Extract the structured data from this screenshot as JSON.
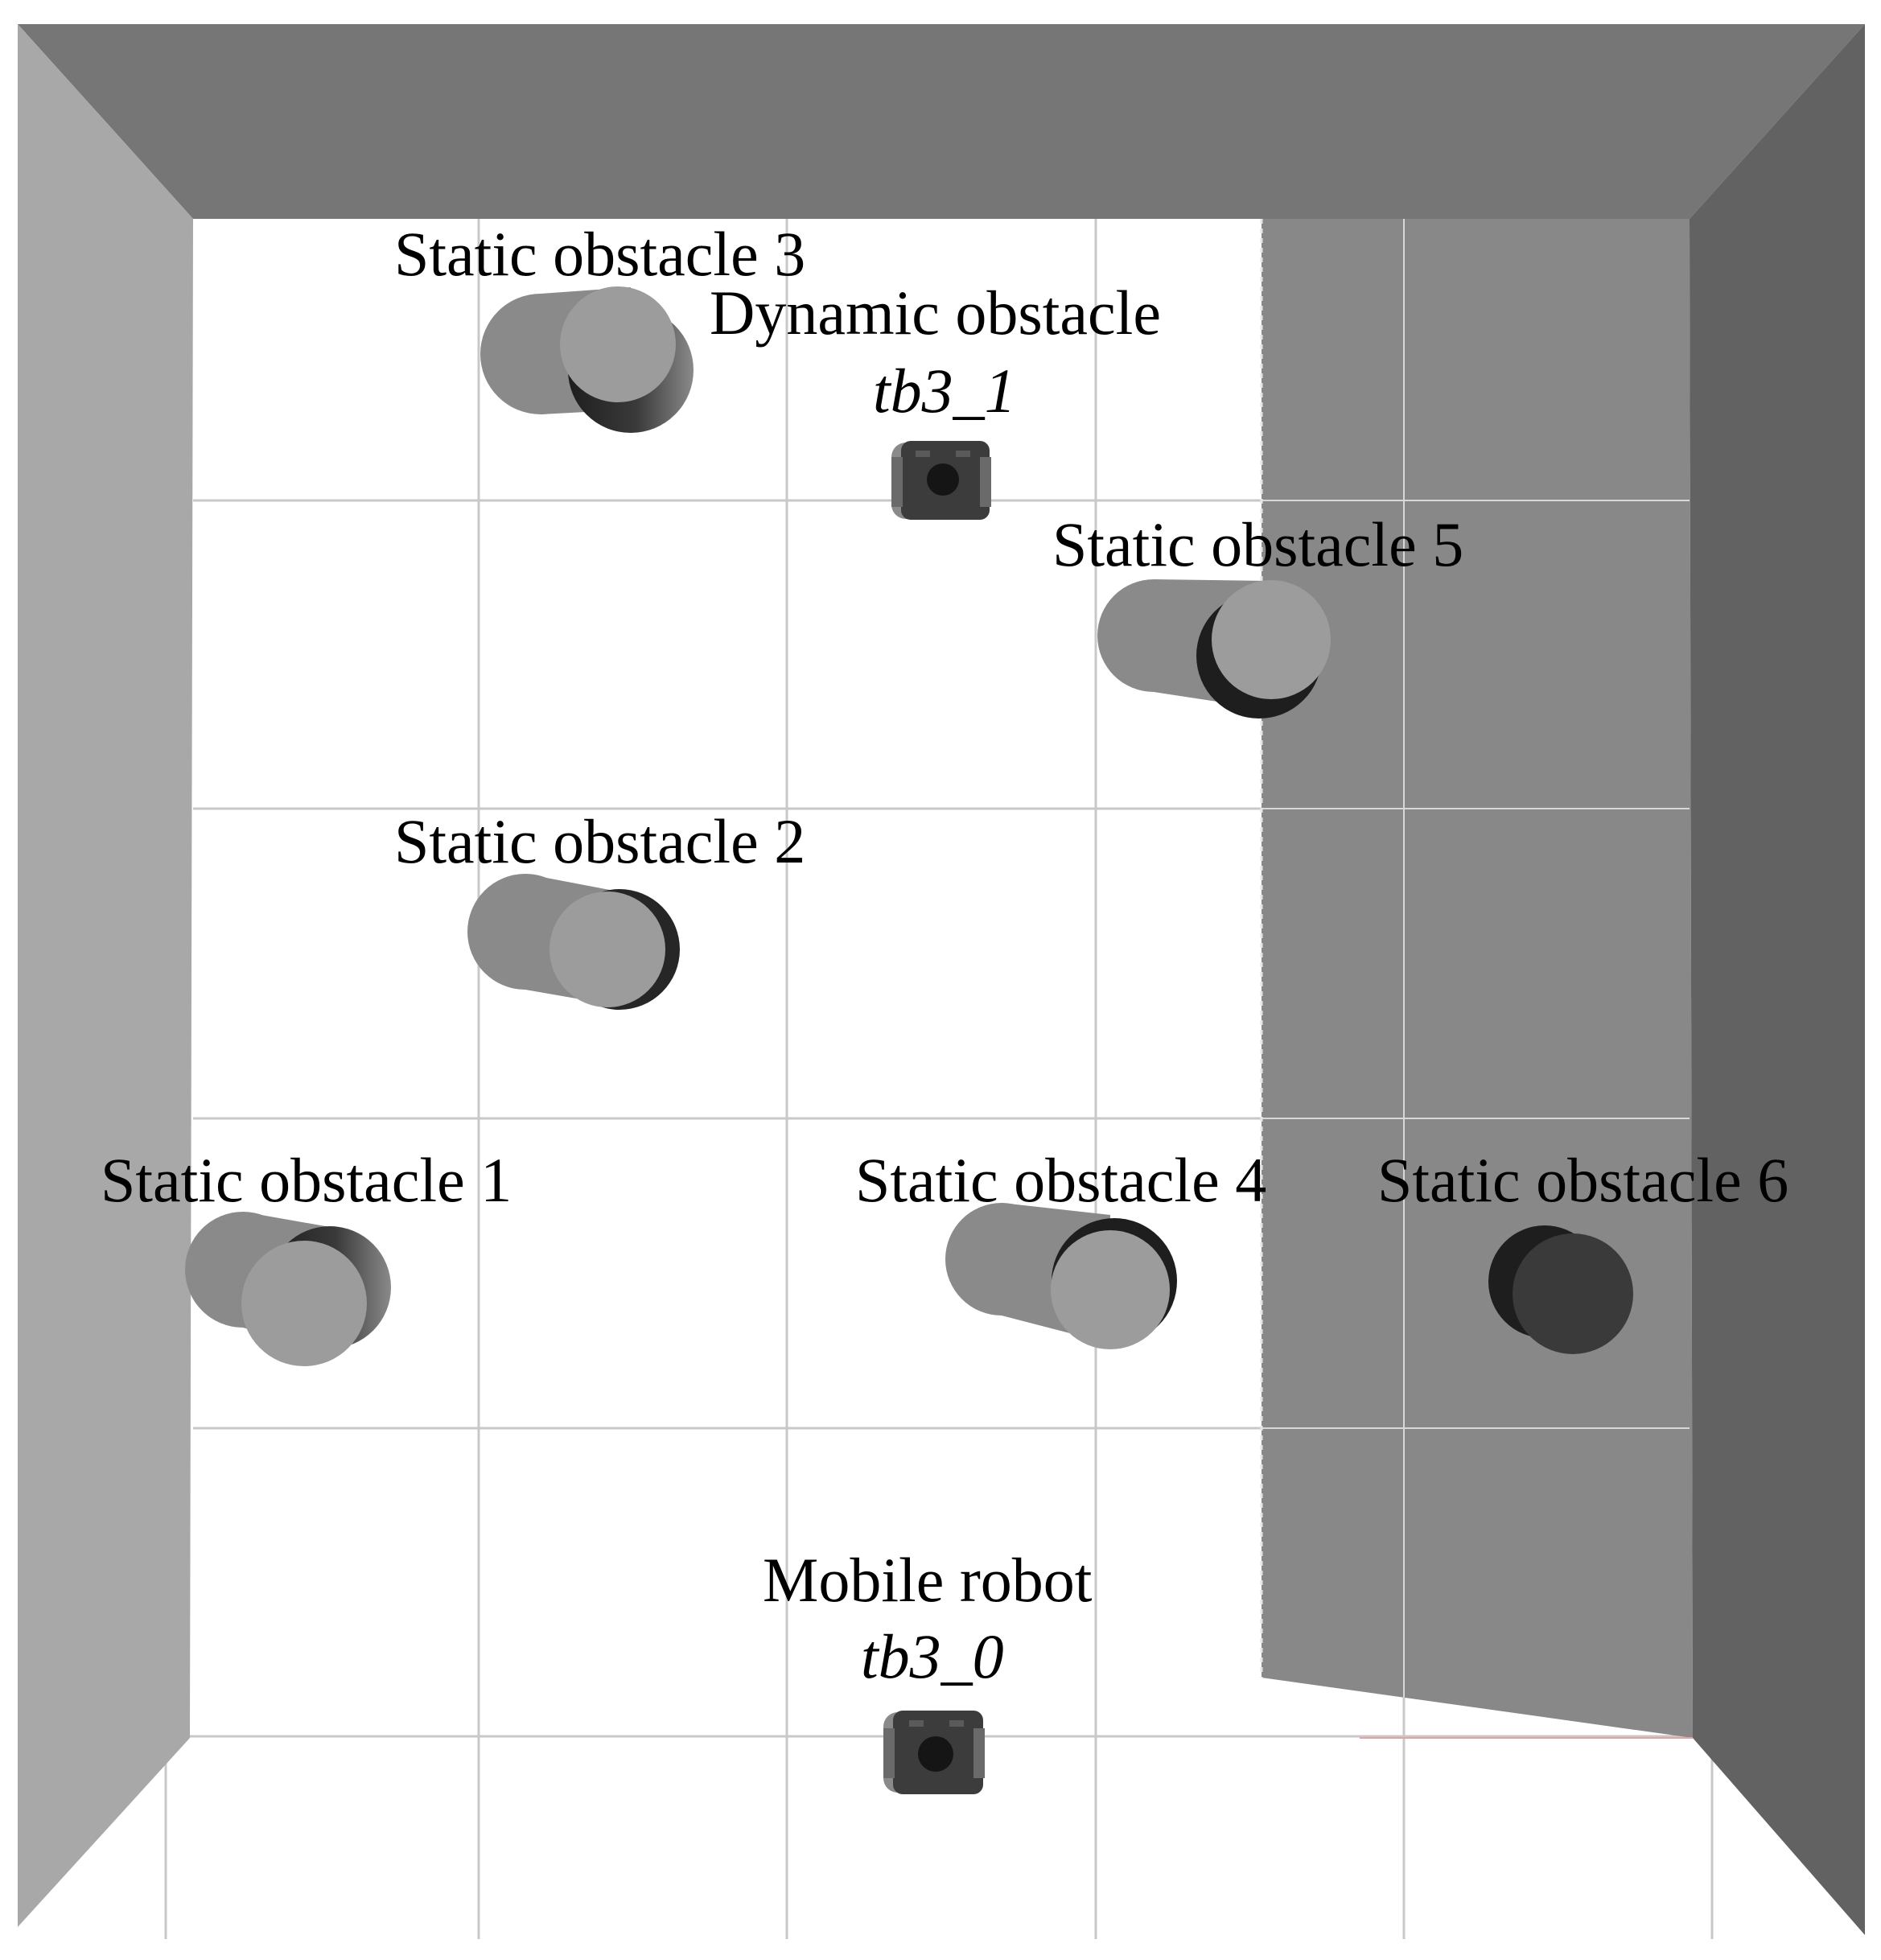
{
  "scene": {
    "colors": {
      "floor": "#ffffff",
      "grid_line": "#c8c8c8",
      "wall_top": "#767676",
      "wall_left": "#a8a8a8",
      "wall_right": "#626262",
      "inner_wall": "#888888",
      "obstacle_body": "#8a8a8a",
      "obstacle_cap": "#9c9c9c",
      "obstacle_shadow": "#262626",
      "dark_obstacle": "#3a3a3a",
      "robot": "#3c3c3c"
    },
    "labels": {
      "static_obstacle_1": "Static obstacle 1",
      "static_obstacle_2": "Static obstacle 2",
      "static_obstacle_3": "Static obstacle 3",
      "static_obstacle_4": "Static obstacle 4",
      "static_obstacle_5": "Static obstacle 5",
      "static_obstacle_6": "Static obstacle 6",
      "dynamic_obstacle": "Dynamic obstacle",
      "dynamic_obstacle_id": "tb3_1",
      "mobile_robot": "Mobile robot",
      "mobile_robot_id": "tb3_0"
    }
  }
}
